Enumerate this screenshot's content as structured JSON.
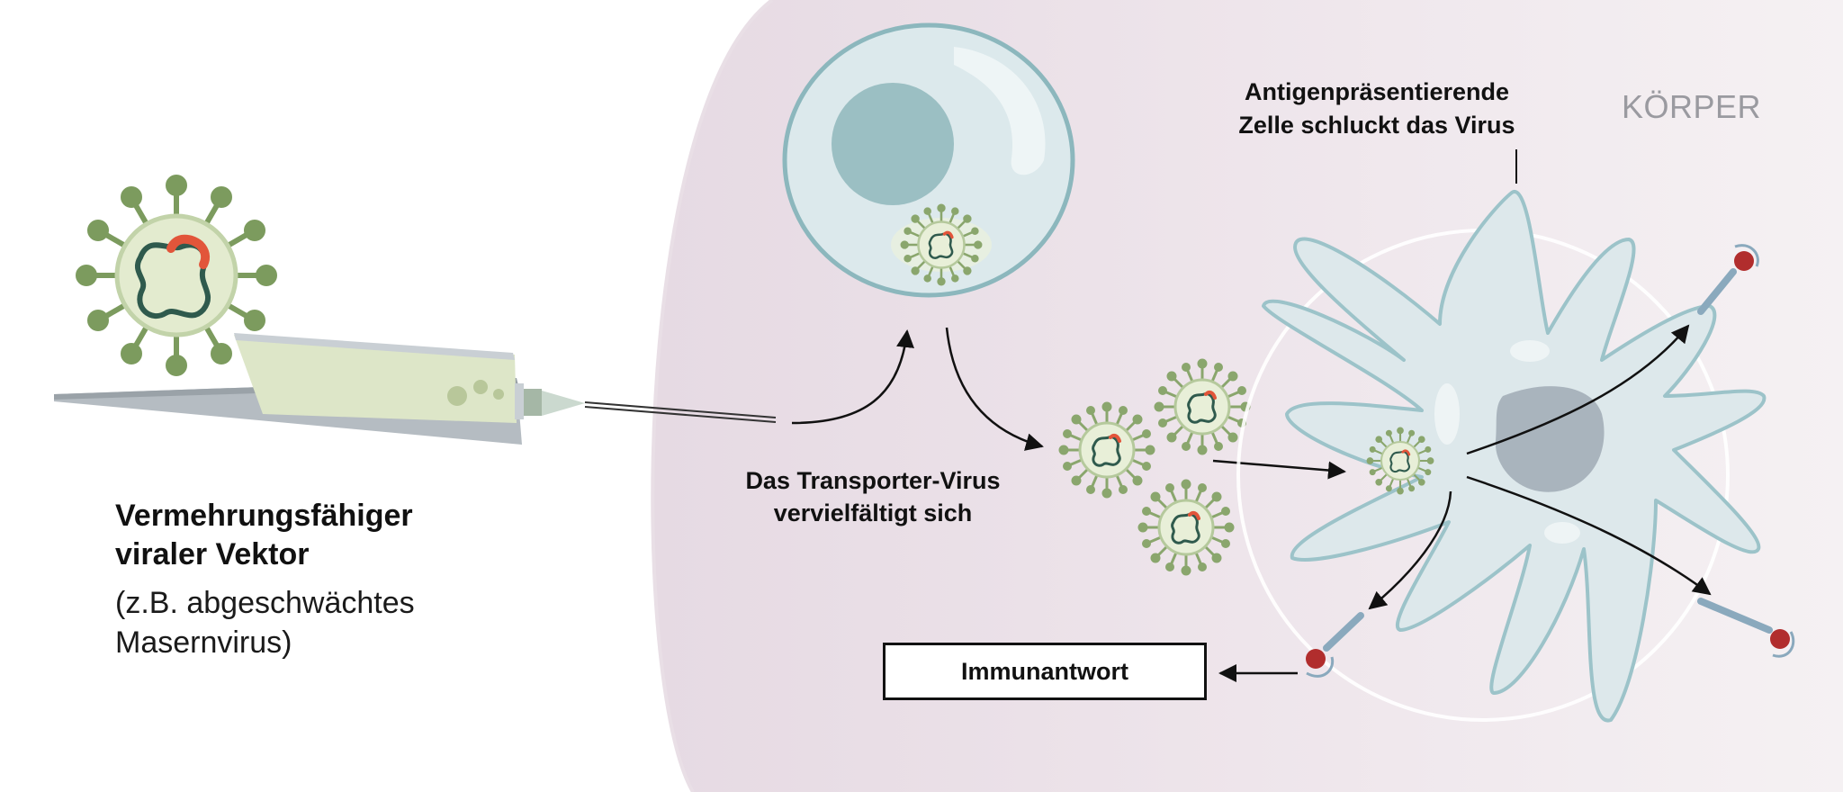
{
  "labels": {
    "vector_title": "Vermehrungsfähiger\nviraler Vektor",
    "vector_note": "(z.B. abgeschwächtes\nMasernvirus)",
    "replicate": "Das Transporter-Virus\nvervielfältigt sich",
    "apc": "Antigenpräsentierende\nZelle schluckt das Virus",
    "body": "KÖRPER",
    "response": "Immunantwort"
  },
  "colors": {
    "body_region": "#ece3ea",
    "virus_spike": "#7c9b5e",
    "virus_fill": "#e3ebcf",
    "virus_genome": "#2f5a4d",
    "antigen_segment": "#e2553a",
    "cell_membrane": "#8cb7bd",
    "cell_fill": "#dce9ec",
    "cell_nucleus": "#9bbfc3",
    "apc_fill": "#dde8eb",
    "apc_nucleus": "#a9b4bd",
    "receptor_head": "#b12d2d",
    "receptor_stem": "#8aa9bd",
    "syringe_liquid": "#dde6c8",
    "syringe_body": "#b5bcc2"
  },
  "icons": {
    "vector_virus": "virus-icon",
    "syringe": "syringe-icon",
    "host_cell": "cell-icon",
    "apc": "dendritic-cell-icon",
    "receptor": "antigen-receptor-icon"
  }
}
